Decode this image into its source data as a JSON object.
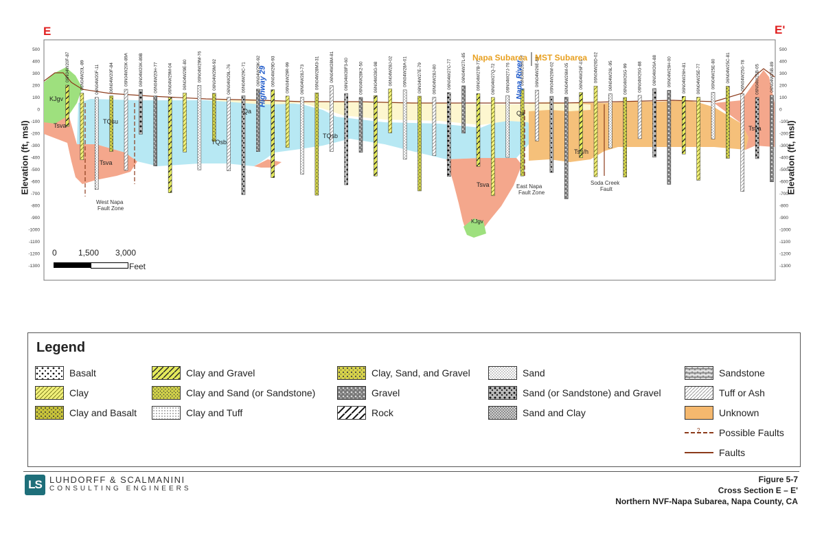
{
  "section": {
    "start_label": "E",
    "end_label": "E'",
    "axis_title_left": "Elevation (ft, msl)",
    "axis_title_right": "Elevation (ft, msl)",
    "elevation_ticks": [
      "500",
      "400",
      "300",
      "200",
      "100",
      "0",
      "-100",
      "-200",
      "-300",
      "-400",
      "-500",
      "-600",
      "-700",
      "-800",
      "-900",
      "-1000",
      "-1100",
      "-1200",
      "-1300"
    ],
    "subarea_left": "Napa Subarea",
    "subarea_right": "MST Subarea",
    "road_label": "Highway 29",
    "river_label": "Napa River",
    "unit_labels": [
      "KJgv",
      "Tsva",
      "TQsu",
      "Tsva",
      "TQsb",
      "Qa",
      "TQsb",
      "Tsva",
      "KJgv",
      "Qa",
      "Tss/h",
      "Tsva"
    ],
    "fault_labels": [
      "West Napa",
      "Fault Zone",
      "East Napa",
      "Fault Zone",
      "Soda Creek",
      "Fault"
    ],
    "scale_bar": {
      "ticks": [
        "0",
        "1,500",
        "3,000"
      ],
      "unit": "Feet"
    },
    "wells": [
      "06N04W20F-87",
      "06N04W20L-89",
      "06N04W20F-11",
      "06N04W20F-84",
      "06N04W20K-89A",
      "06N04W20K-89B",
      "06N04W20H-77",
      "06N04W29M-04",
      "06N04W29E-80",
      "06N04W29M-76",
      "06N04W29M-92",
      "06N04W29L-76",
      "06N04W29C-71",
      "06N04W29K-92",
      "06N04W29D-93",
      "06N04W29R-99",
      "06N04W28J-73",
      "06N04W28M3-31",
      "06N04W28M-81",
      "06N04W28F3-60",
      "06N04W28K2-50",
      "06N04W28G-98",
      "06N04W28J-02",
      "06N04W28A-01",
      "06N04W27E-79",
      "06N04W28J-80",
      "06N04W27C-77",
      "06N04W27L-85",
      "06N04W27B-77",
      "06N04W27Q-72",
      "06N04W27J-76",
      "06N04W26N-77",
      "06N04W26E-88",
      "06N04W26M-02",
      "06N04W26M-05",
      "06N04W26F-01",
      "06N04W26D-02",
      "06N04W26L-95",
      "06N04W26G-99",
      "06N04W26G-88",
      "06N04W26A-88",
      "06N04W26H-00",
      "06N04W26H-81",
      "06N04W25E-77",
      "06N04W25E-80",
      "06N04W25C-81",
      "06N04W25G-78",
      "06N04W25B-05",
      "06N04W25B-89"
    ]
  },
  "legend": {
    "title": "Legend",
    "items": [
      {
        "label": "Basalt",
        "pattern": "basalt"
      },
      {
        "label": "Clay",
        "pattern": "clay"
      },
      {
        "label": "Clay and Basalt",
        "pattern": "claybasalt"
      },
      {
        "label": "Clay and Gravel",
        "pattern": "claygravel"
      },
      {
        "label": "Clay and Sand (or Sandstone)",
        "pattern": "claysand"
      },
      {
        "label": "Clay and Tuff",
        "pattern": "claytuff"
      },
      {
        "label": "Clay, Sand, and Gravel",
        "pattern": "claysandgravel"
      },
      {
        "label": "Gravel",
        "pattern": "gravel"
      },
      {
        "label": "Rock",
        "pattern": "rock"
      },
      {
        "label": "Sand",
        "pattern": "sand"
      },
      {
        "label": "Sand (or Sandstone) and Gravel",
        "pattern": "sandgravel"
      },
      {
        "label": "Sand and Clay",
        "pattern": "sandclay"
      },
      {
        "label": "Sandstone",
        "pattern": "sandstone"
      },
      {
        "label": "Tuff or Ash",
        "pattern": "tuff"
      },
      {
        "label": "Unknown",
        "pattern": "unknown"
      },
      {
        "label": "Possible Faults",
        "pattern": "possiblefault"
      },
      {
        "label": "Faults",
        "pattern": "fault"
      }
    ]
  },
  "footer": {
    "logo_text": "LS",
    "company_line1": "LUHDORFF & SCALMANINI",
    "company_line2": "CONSULTING ENGINEERS",
    "figure_number": "Figure 5-7",
    "figure_title": "Cross Section E – E'",
    "figure_subtitle": "Northern NVF-Napa Subarea, Napa County, CA"
  },
  "colors": {
    "alluvium_qa": "#fdf6cf",
    "tqsb": "#b7e8f3",
    "tsva": "#f4a78c",
    "kjgv": "#9ee07e",
    "tss_h": "#f5c07a",
    "ground_line": "#8b3a1a",
    "title_red": "#e02020",
    "subarea_orange": "#e8a020",
    "road_blue": "#1a56c8",
    "logo_teal": "#1e6f7a"
  }
}
